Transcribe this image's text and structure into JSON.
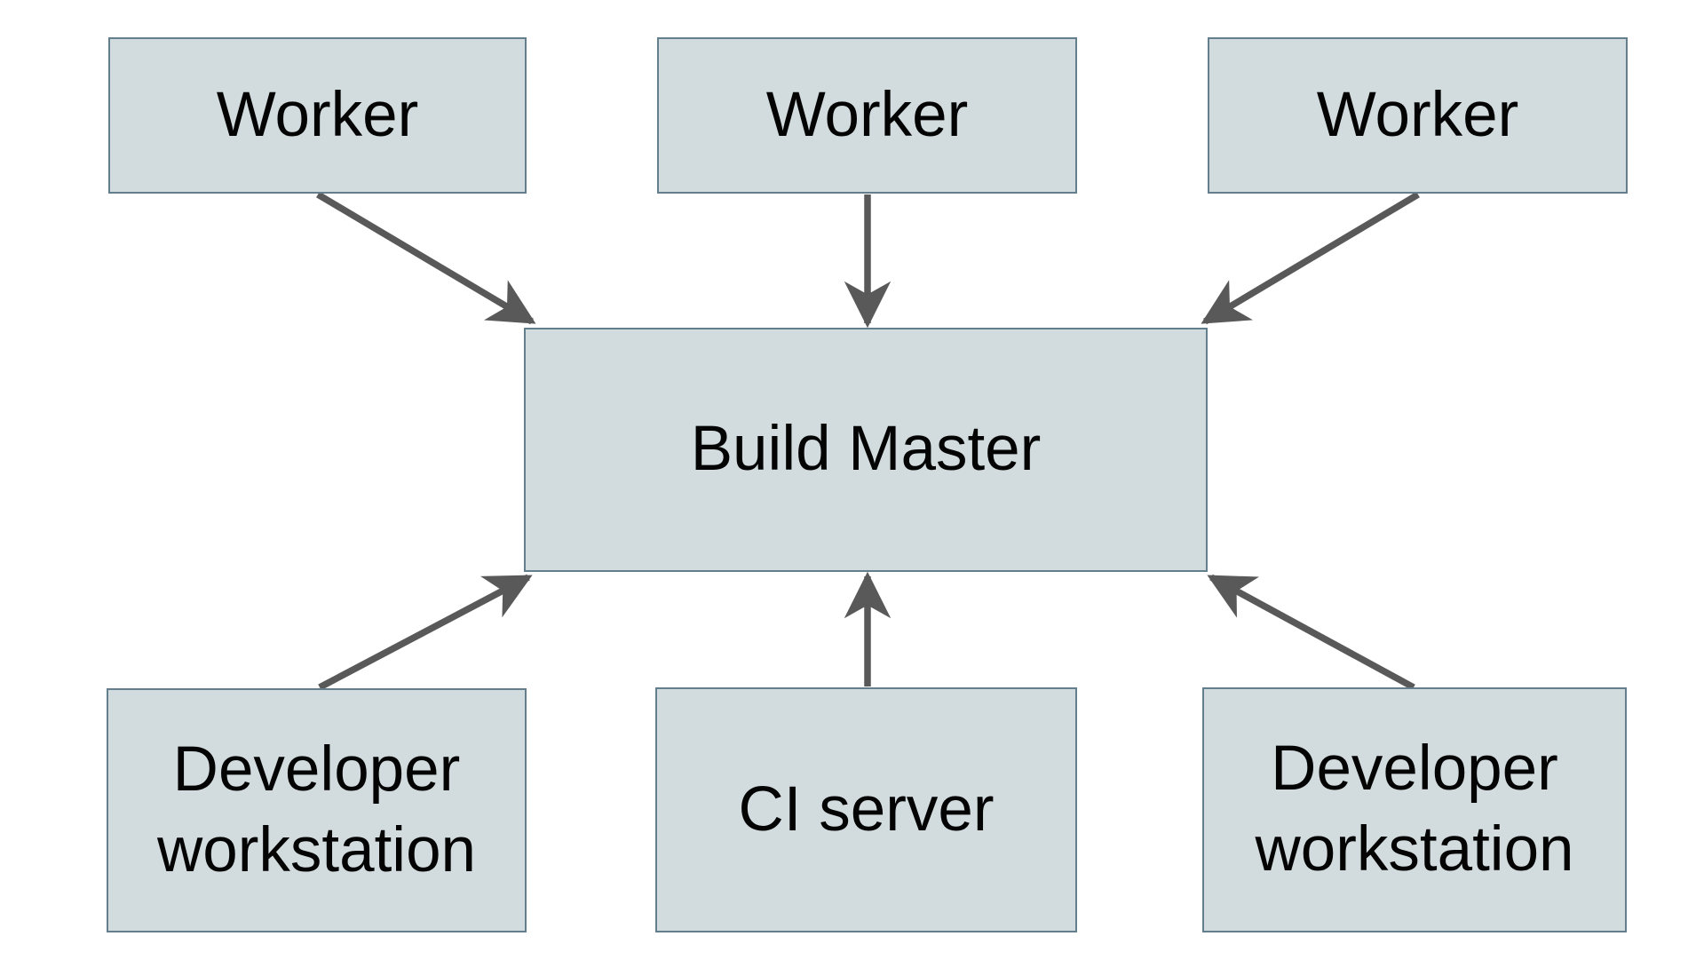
{
  "diagram": {
    "type": "hub-and-spoke",
    "colors": {
      "node_fill": "#d2dbdd",
      "node_border": "#637e8d",
      "arrow": "#595959",
      "text": "#040404",
      "background": "#ffffff"
    },
    "nodes": [
      {
        "id": "worker-1",
        "label": "Worker",
        "row": "top"
      },
      {
        "id": "worker-2",
        "label": "Worker",
        "row": "top"
      },
      {
        "id": "worker-3",
        "label": "Worker",
        "row": "top"
      },
      {
        "id": "build-master",
        "label": "Build Master",
        "row": "center"
      },
      {
        "id": "developer-workstation-1",
        "label": "Developer workstation",
        "row": "bottom"
      },
      {
        "id": "ci-server",
        "label": "CI server",
        "row": "bottom"
      },
      {
        "id": "developer-workstation-2",
        "label": "Developer workstation",
        "row": "bottom"
      }
    ],
    "edges": [
      {
        "from": "worker-1",
        "to": "build-master"
      },
      {
        "from": "worker-2",
        "to": "build-master"
      },
      {
        "from": "worker-3",
        "to": "build-master"
      },
      {
        "from": "developer-workstation-1",
        "to": "build-master"
      },
      {
        "from": "ci-server",
        "to": "build-master"
      },
      {
        "from": "developer-workstation-2",
        "to": "build-master"
      }
    ]
  }
}
